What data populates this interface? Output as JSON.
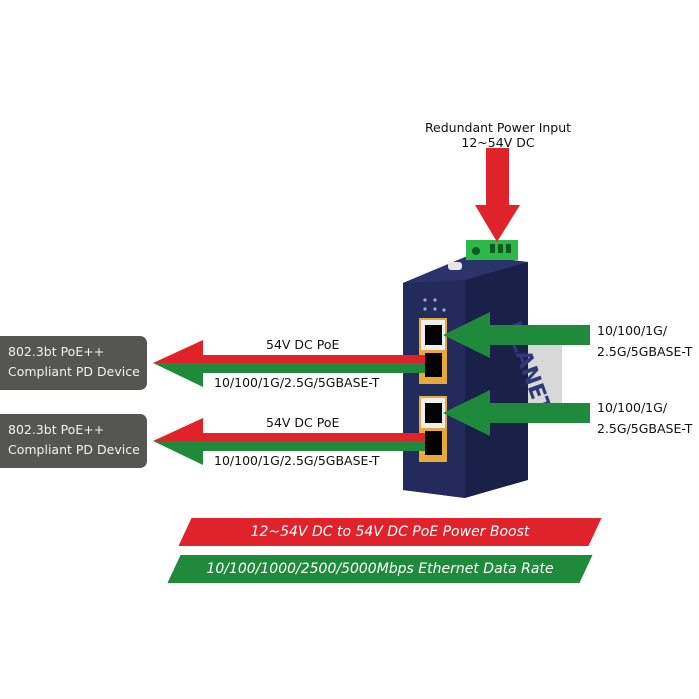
{
  "power_input": {
    "line1": "Redundant Power Input",
    "line2": "12~54V DC"
  },
  "pd_devices": [
    {
      "line1": "802.3bt PoE++",
      "line2": "Compliant PD Device"
    },
    {
      "line1": "802.3bt PoE++",
      "line2": "Compliant PD Device"
    }
  ],
  "outputs": [
    {
      "poe": "54V DC PoE",
      "data": "10/100/1G/2.5G/5GBASE-T"
    },
    {
      "poe": "54V DC PoE",
      "data": "10/100/1G/2.5G/5GBASE-T"
    }
  ],
  "inputs": [
    {
      "line1": "10/100/1G/",
      "line2": "2.5G/5GBASE-T"
    },
    {
      "line1": "10/100/1G/",
      "line2": "2.5G/5GBASE-T"
    }
  ],
  "banners": {
    "power": "12~54V DC to 54V DC PoE Power Boost",
    "data": "10/100/1000/2500/5000Mbps Ethernet Data Rate"
  },
  "device_brand": "PLANET",
  "colors": {
    "red": "#e0232b",
    "green": "#1f8a3c",
    "device": "#1c2450",
    "pd_box": "#555553"
  }
}
